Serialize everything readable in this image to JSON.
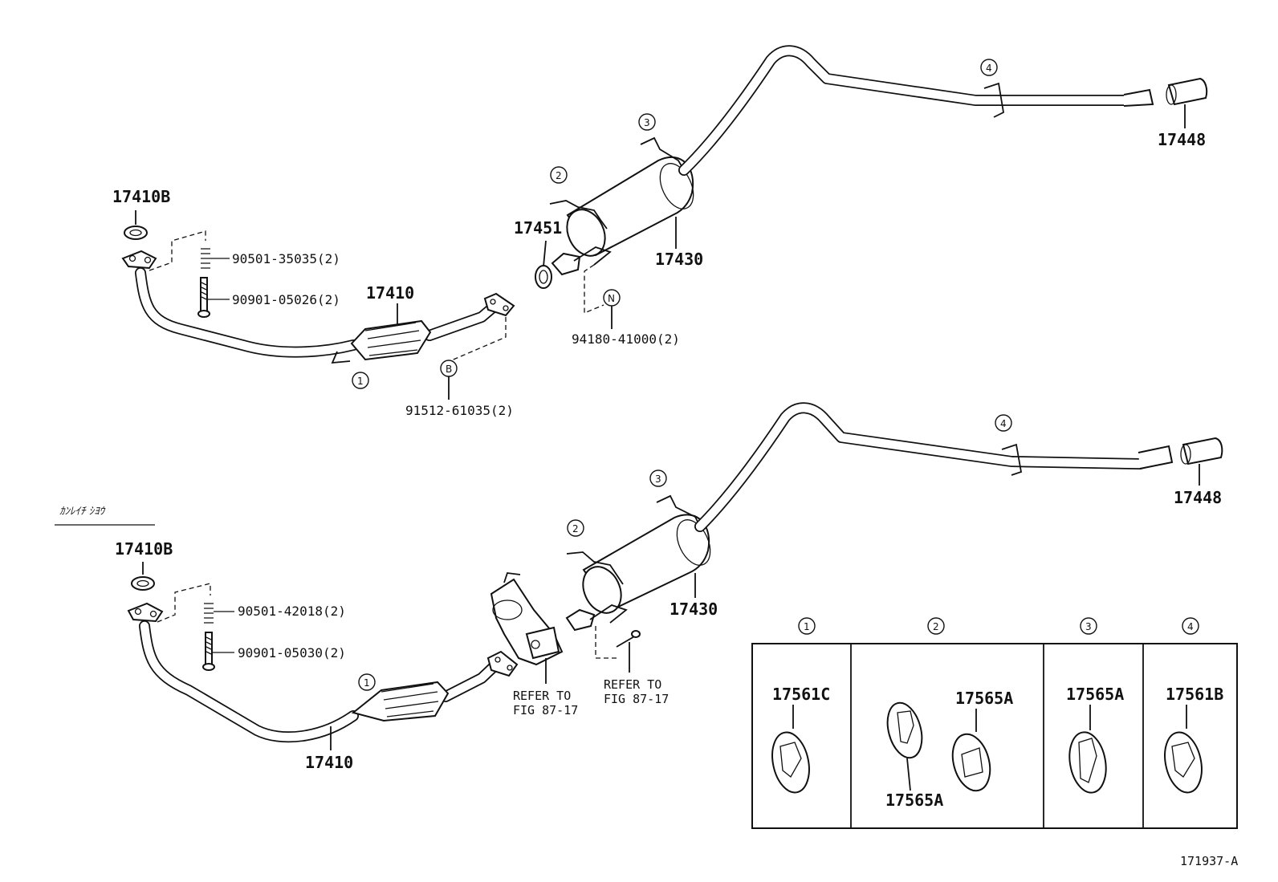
{
  "upper": {
    "labels": {
      "gasket_top": "17410B",
      "bolt_a": "90501-35035(2)",
      "bolt_b": "90901-05026(2)",
      "front_pipe": "17410",
      "gasket_mid": "17451",
      "muffler": "17430",
      "bolt_c": "94180-41000(2)",
      "bolt_d": "91512-61035(2)",
      "tail": "17448"
    },
    "callouts": {
      "c1": "1",
      "c2": "2",
      "c3": "3",
      "c4": "4",
      "n": "N",
      "b": "B"
    }
  },
  "lower": {
    "title": "ｶﾝﾚｲﾁ ｼﾖｳ",
    "labels": {
      "gasket_top": "17410B",
      "bolt_a": "90501-42018(2)",
      "bolt_b": "90901-05030(2)",
      "front_pipe": "17410",
      "muffler": "17430",
      "tail": "17448",
      "refer1_line1": "REFER TO",
      "refer1_line2": "FIG 87-17",
      "refer2_line1": "REFER TO",
      "refer2_line2": "FIG 87-17"
    },
    "callouts": {
      "c1": "1",
      "c2": "2",
      "c3": "3",
      "c4": "4"
    }
  },
  "hanger_table": {
    "columns": [
      {
        "callout": "1",
        "parts": [
          "17561C"
        ]
      },
      {
        "callout": "2",
        "parts": [
          "17565A",
          "17565A"
        ]
      },
      {
        "callout": "3",
        "parts": [
          "17565A"
        ]
      },
      {
        "callout": "4",
        "parts": [
          "17561B"
        ]
      }
    ]
  },
  "figure_id": "171937-A"
}
